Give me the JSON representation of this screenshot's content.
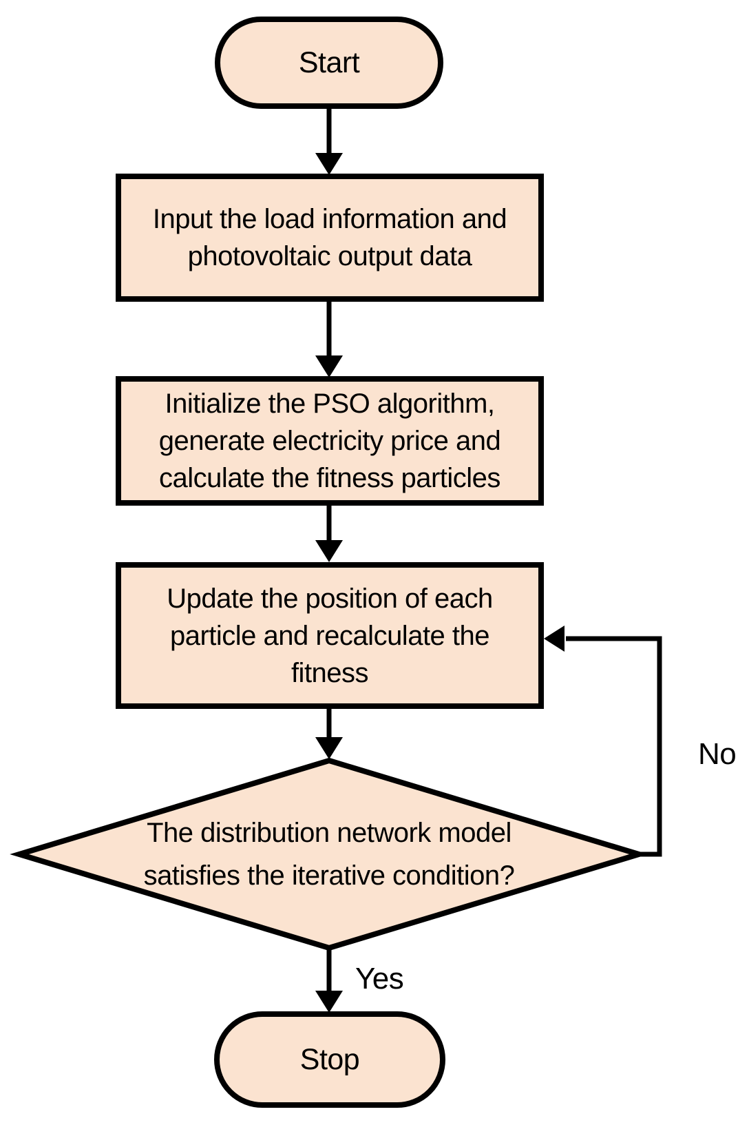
{
  "diagram": {
    "type": "flowchart",
    "nodes": {
      "start": {
        "shape": "terminator",
        "label": "Start"
      },
      "input": {
        "shape": "process",
        "label": "Input the load information and\nphotovoltaic output data"
      },
      "initialize": {
        "shape": "process",
        "label": "Initialize the PSO algorithm,\ngenerate electricity price and\ncalculate the fitness particles"
      },
      "update": {
        "shape": "process",
        "label": "Update the position of each\nparticle and recalculate the\nfitness"
      },
      "decision": {
        "shape": "decision",
        "label": "The distribution network model\nsatisfies the iterative condition?"
      },
      "stop": {
        "shape": "terminator",
        "label": "Stop"
      }
    },
    "edges": [
      {
        "from": "start",
        "to": "input",
        "label": ""
      },
      {
        "from": "input",
        "to": "initialize",
        "label": ""
      },
      {
        "from": "initialize",
        "to": "update",
        "label": ""
      },
      {
        "from": "update",
        "to": "decision",
        "label": ""
      },
      {
        "from": "decision",
        "to": "stop",
        "label": "Yes"
      },
      {
        "from": "decision",
        "to": "update",
        "label": "No"
      }
    ],
    "edge_labels": {
      "yes": "Yes",
      "no": "No"
    },
    "colors": {
      "node_fill": "#FBE3D0",
      "node_stroke": "#000000",
      "connector": "#000000",
      "text": "#000000",
      "background": "#FFFFFF"
    }
  }
}
